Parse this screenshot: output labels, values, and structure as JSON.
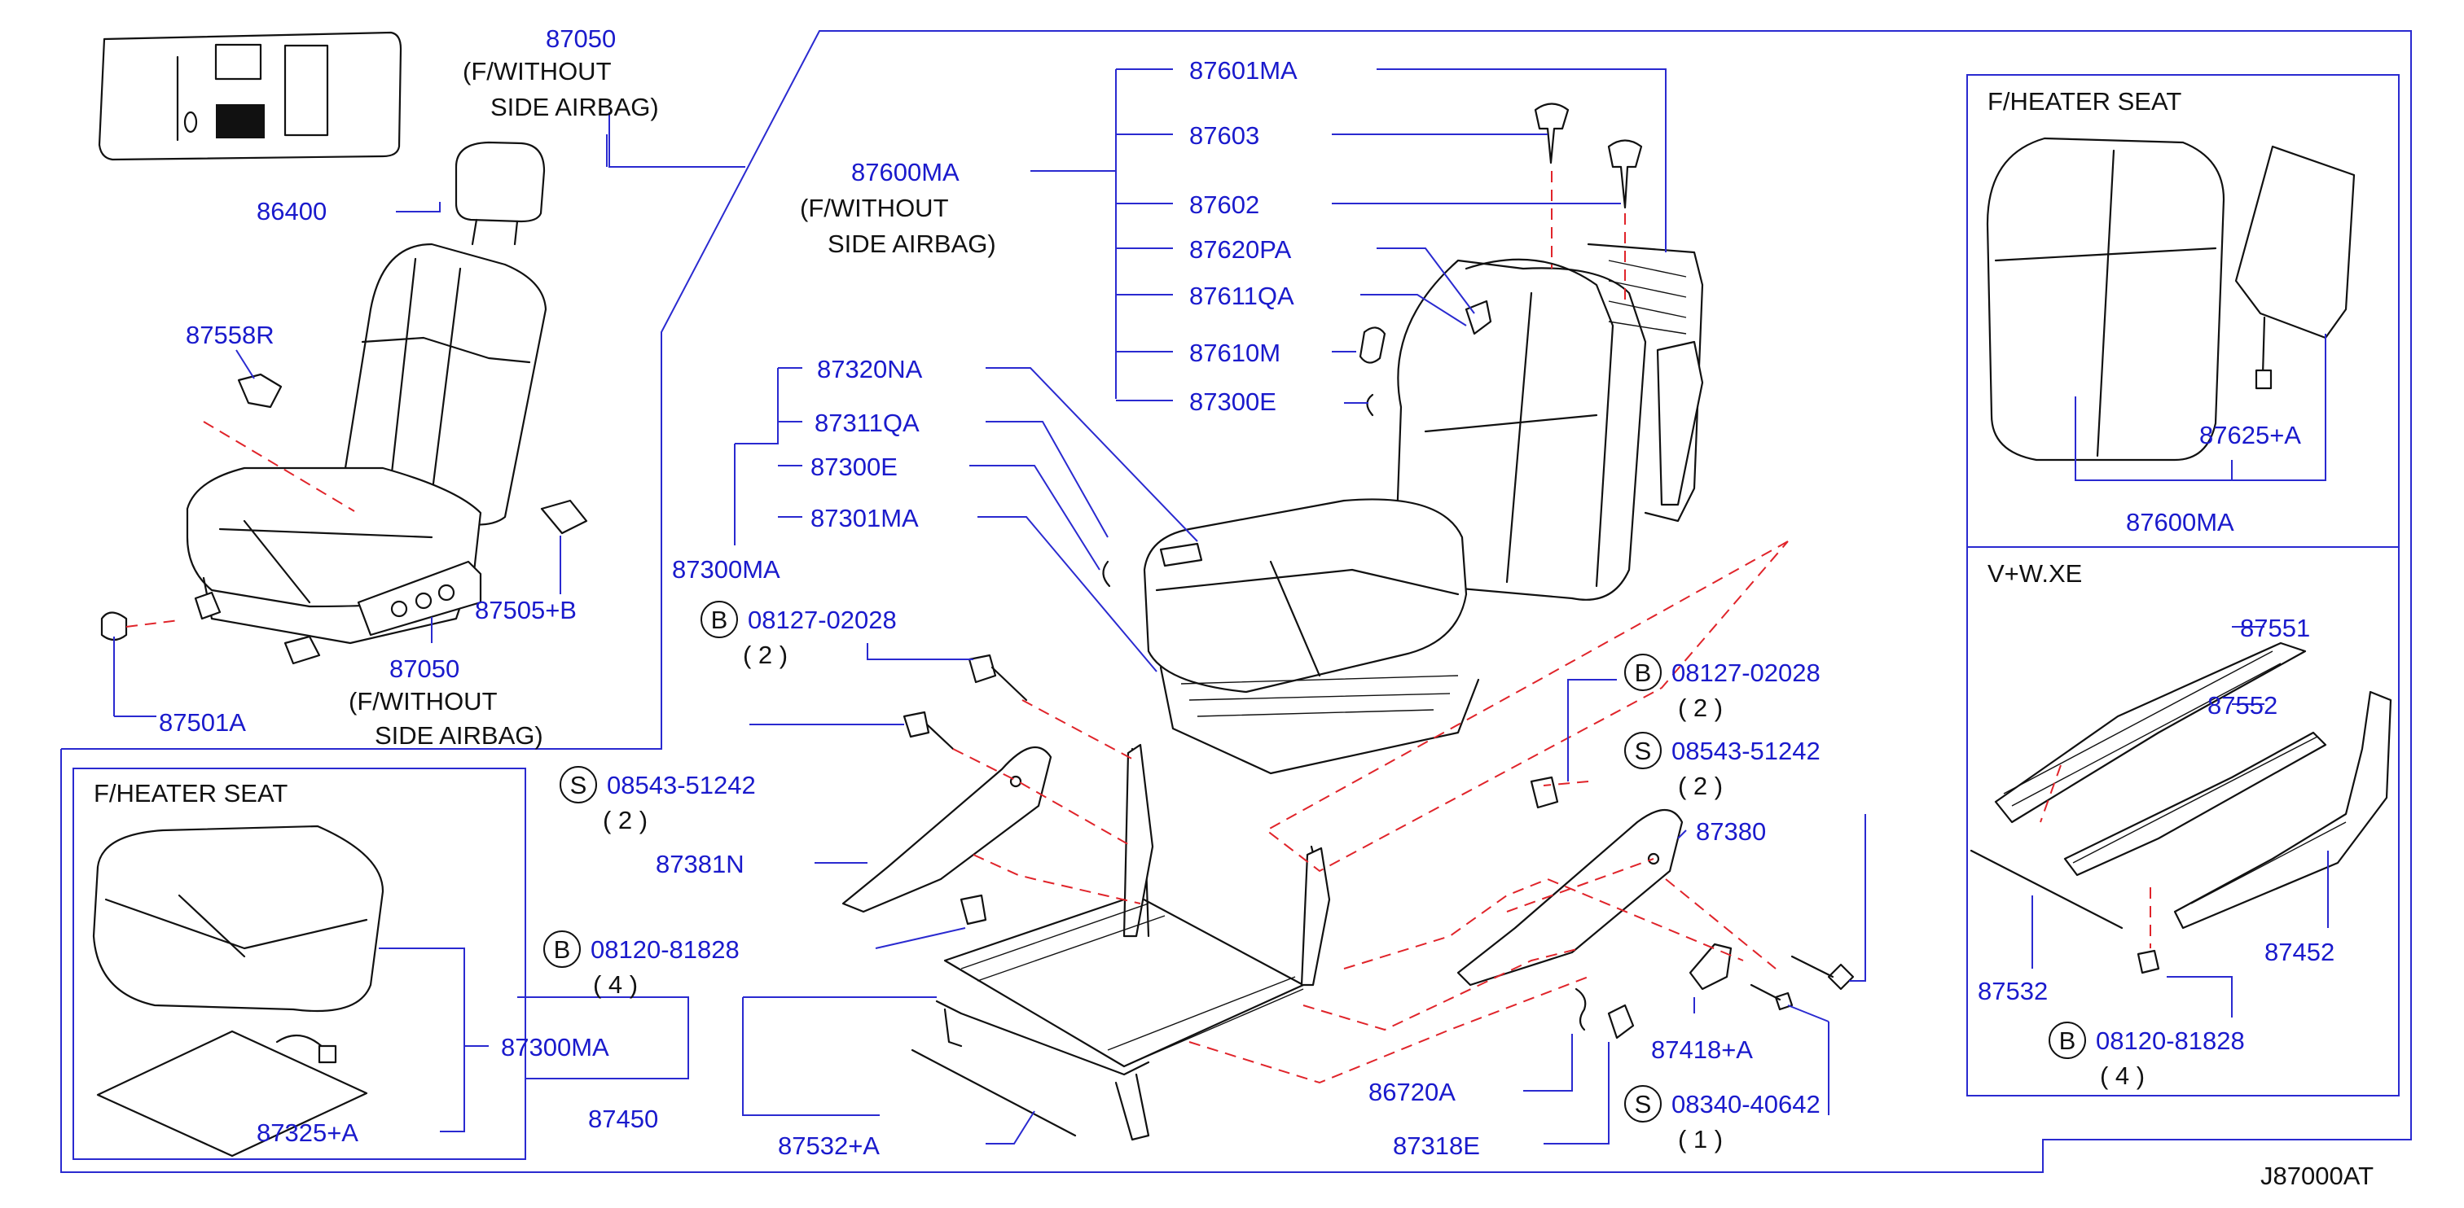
{
  "diagram_code": "J87000AT",
  "sections": {
    "heater_seat_left": {
      "title": "F/HEATER  SEAT",
      "parts": [
        "87300MA",
        "87325+A"
      ]
    },
    "heater_seat_right": {
      "title": "F/HEATER  SEAT",
      "parts": [
        "87625+A",
        "87600MA"
      ]
    },
    "vw_xe": {
      "title": "V+W.XE",
      "parts": [
        "87551",
        "87552",
        "87532",
        "87452"
      ],
      "bolt": {
        "marker": "B",
        "number": "08120-81828",
        "qty": "( 4 )"
      }
    }
  },
  "notes": {
    "without_side_airbag": [
      "(F/WITHOUT",
      "SIDE  AIRBAG)"
    ]
  },
  "parts": {
    "p87050_top": "87050",
    "p86400": "86400",
    "p87558R": "87558R",
    "p87505B": "87505+B",
    "p87050_bottom": "87050",
    "p87501A": "87501A",
    "p87601MA": "87601MA",
    "p87603": "87603",
    "p87600MA": "87600MA",
    "p87602": "87602",
    "p87620PA": "87620PA",
    "p87611QA": "87611QA",
    "p87610M": "87610M",
    "p87300E_top": "87300E",
    "p87320NA": "87320NA",
    "p87311QA": "87311QA",
    "p87300E_mid": "87300E",
    "p87301MA": "87301MA",
    "p87300MA": "87300MA",
    "p87381N": "87381N",
    "p87380": "87380",
    "p87418A": "87418+A",
    "p86720A": "86720A",
    "p87318E": "87318E",
    "p87450": "87450",
    "p87532A": "87532+A"
  },
  "fasteners": [
    {
      "marker": "B",
      "number": "08127-02028",
      "qty": "( 2 )"
    },
    {
      "marker": "S",
      "number": "08543-51242",
      "qty": "( 2 )"
    },
    {
      "marker": "B",
      "number": "08120-81828",
      "qty": "( 4 )"
    },
    {
      "marker": "B",
      "number": "08127-02028",
      "qty": "( 2 )"
    },
    {
      "marker": "S",
      "number": "08543-51242",
      "qty": "( 2 )"
    },
    {
      "marker": "S",
      "number": "08340-40642",
      "qty": "( 1 )"
    }
  ],
  "colors": {
    "callout_text": "#1a1acc",
    "leader_lines": "#2a2ad0",
    "dashed_assembly": "#e0242a",
    "linework": "#111111"
  }
}
